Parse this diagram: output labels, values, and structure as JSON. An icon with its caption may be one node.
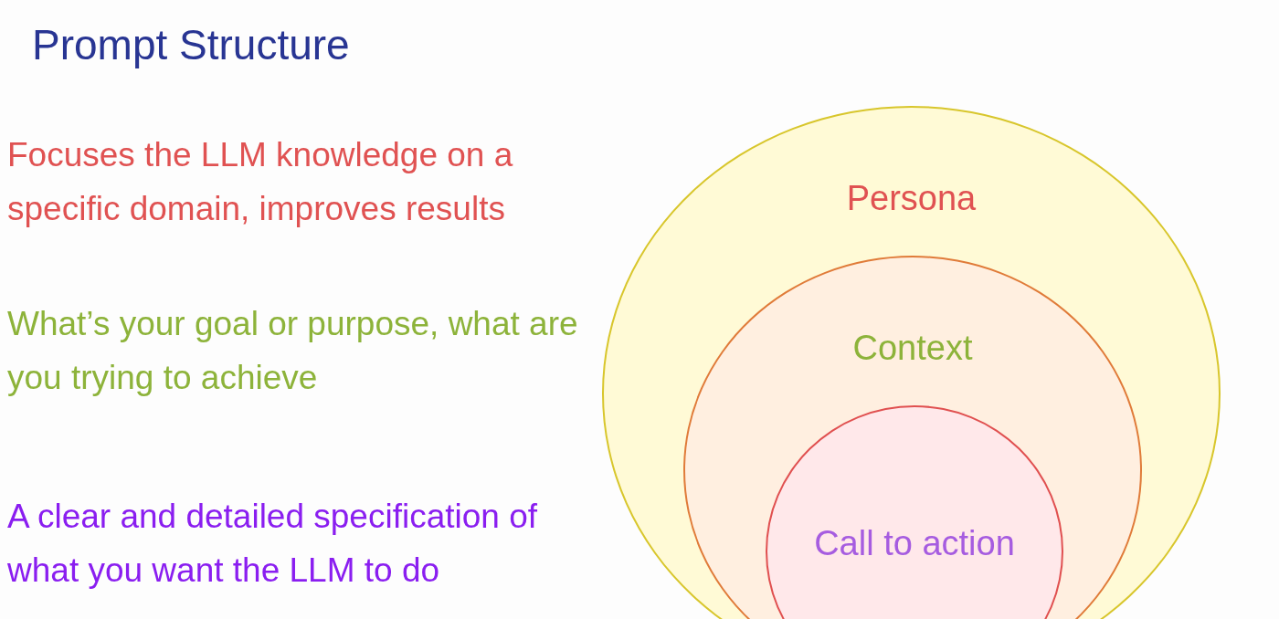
{
  "diagram": {
    "title": "Prompt Structure",
    "nodes": [
      {
        "text": [
          "Persona"
        ]
      },
      {
        "text": [
          "Context"
        ],
        "in": 0
      },
      {
        "text": [
          "Call to action"
        ],
        "in": 1
      }
    ],
    "labels": [
      "Focuses the LLM knowledge on a specific domain, improves results",
      "What’s your goal or purpose, what are you trying to achieve",
      "A clear and detailed specification of what you want the LLM to do"
    ]
  }
}
